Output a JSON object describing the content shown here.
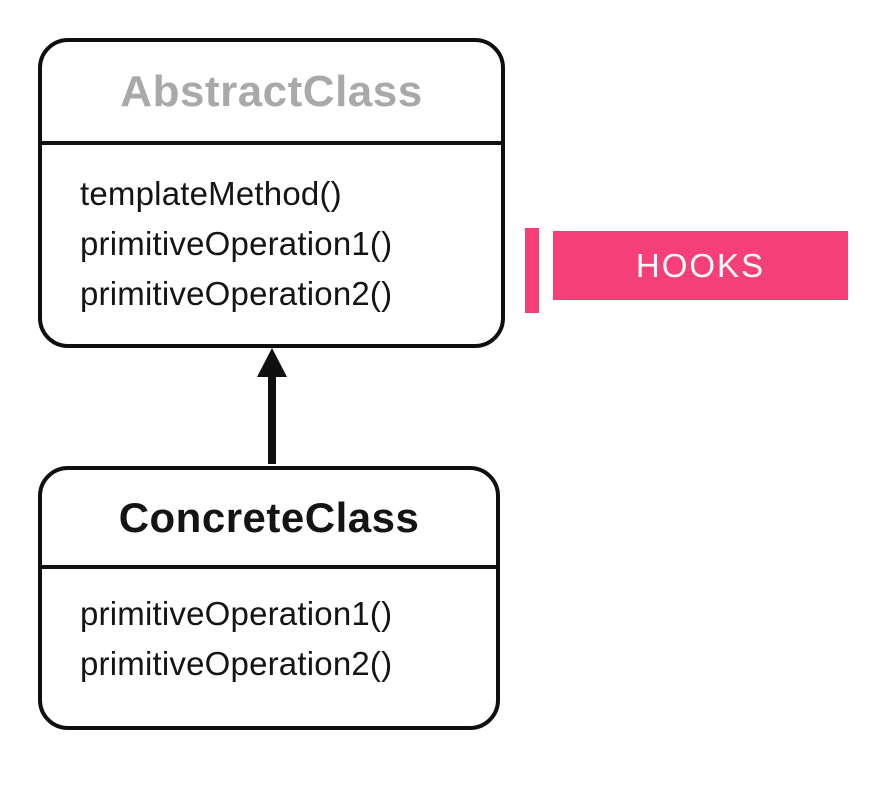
{
  "colors": {
    "accent_pink": "#f43f78",
    "box_border": "#0f0f0f",
    "abstract_title_gray": "#a9a9a9",
    "text_black": "#141414",
    "background": "#ffffff"
  },
  "abstract_class": {
    "name": "AbstractClass",
    "methods": [
      "templateMethod()",
      "primitiveOperation1()",
      "primitiveOperation2()"
    ]
  },
  "concrete_class": {
    "name": "ConcreteClass",
    "methods": [
      "primitiveOperation1()",
      "primitiveOperation2()"
    ]
  },
  "annotation": {
    "label": "HOOKS"
  },
  "arrow": {
    "direction": "up",
    "from": "ConcreteClass",
    "to": "AbstractClass"
  }
}
